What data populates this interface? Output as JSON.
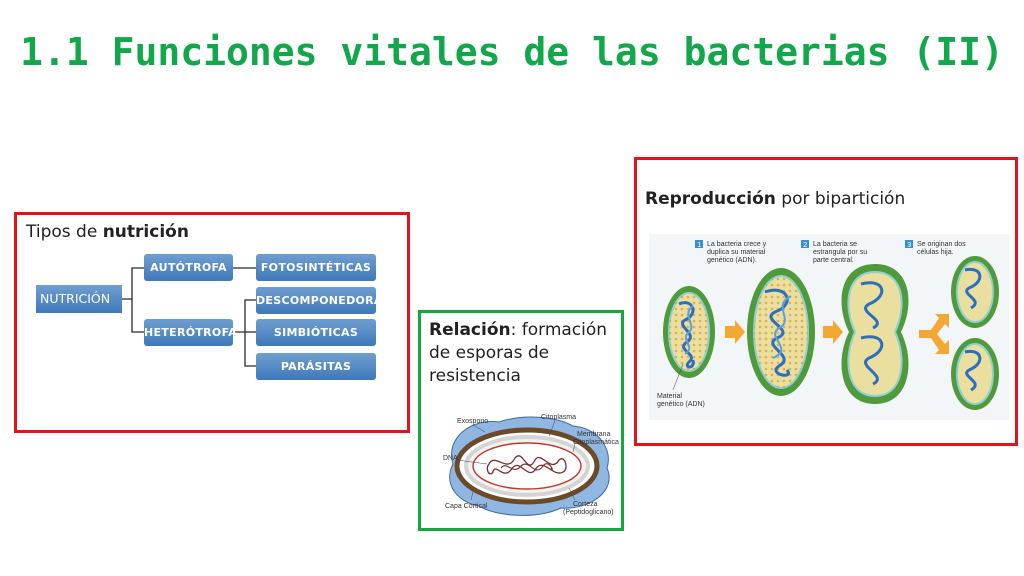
{
  "title": "1.1 Funciones vitales de las bacterias (II)",
  "nutrition": {
    "heading_prefix": "Tipos de ",
    "heading_bold": "nutrición",
    "root": "NUTRICIÓN",
    "autotrofa": "AUTÓTROFA",
    "heterotrofa": "HETERÓTROFA",
    "leaves": [
      "FOTOSINTÉTICAS",
      "DESCOMPONEDORAS",
      "SIMBIÓTICAS",
      "PARÁSITAS"
    ]
  },
  "relation": {
    "bold": "Relación",
    "text": ": formación de esporas de resistencia",
    "labels": {
      "exosporio": "Exosporio",
      "citoplasma": "Citoplasma",
      "membrana1": "Membrana",
      "membrana2": "Citoplasmática",
      "dna": "DNA",
      "capa": "Capa Cortical",
      "corteza1": "Corteza",
      "corteza2": "(Peptidoglicano)"
    }
  },
  "reproduction": {
    "bold": "Reproducción",
    "text": " por bipartición",
    "steps": [
      {
        "num": "1",
        "lines": [
          "La bacteria crece y",
          "duplica su material",
          "genético (ADN)."
        ]
      },
      {
        "num": "2",
        "lines": [
          "La bacteria se",
          "estrangula por su",
          "parte central."
        ]
      },
      {
        "num": "3",
        "lines": [
          "Se originan dos",
          "células hija."
        ]
      }
    ],
    "material_label": [
      "Material",
      "genético (ADN)"
    ]
  },
  "colors": {
    "title": "#10a84a",
    "red_border": "#e0141c",
    "green_border": "#13a83d",
    "node_blue": "#4a82c0"
  }
}
